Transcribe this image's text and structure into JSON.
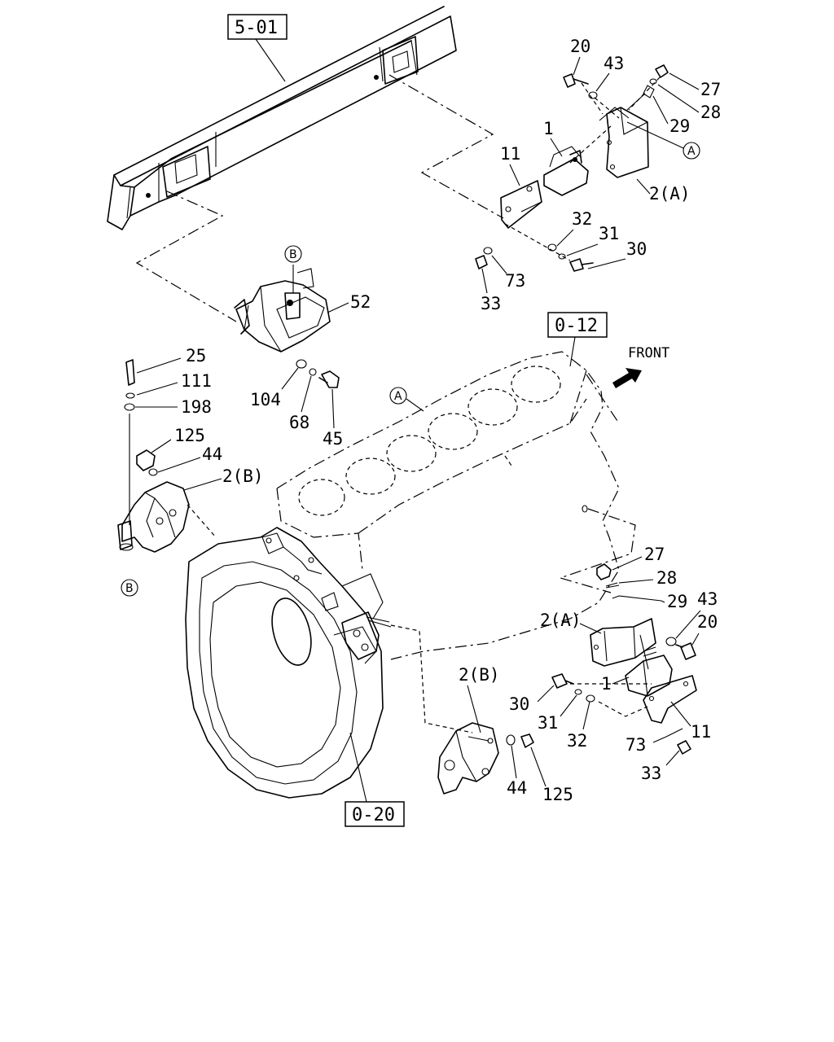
{
  "refs": {
    "frame": "5-01",
    "block": "0-12",
    "housing": "0-20"
  },
  "front_label": "FRONT",
  "markers": {
    "a_top": "A",
    "a_block": "A",
    "b_top": "B",
    "b_bottom": "B"
  },
  "labels": {
    "p20_top": "20",
    "p43_top": "43",
    "p27_top": "27",
    "p28_top": "28",
    "p29_top": "29",
    "p1_top": "1",
    "p11_top": "11",
    "p2a_top": "2(A)",
    "p32_top": "32",
    "p31_top": "31",
    "p30_top": "30",
    "p73_top": "73",
    "p33_top": "33",
    "p52": "52",
    "p25": "25",
    "p111": "111",
    "p198": "198",
    "p125_left": "125",
    "p44_left": "44",
    "p2b_left": "2(B)",
    "p104": "104",
    "p68": "68",
    "p45": "45",
    "p27_bot": "27",
    "p28_bot": "28",
    "p29_bot": "29",
    "p43_bot": "43",
    "p20_bot": "20",
    "p2a_bot": "2(A)",
    "p1_bot": "1",
    "p30_bot": "30",
    "p31_bot": "31",
    "p32_bot": "32",
    "p73_bot": "73",
    "p11_bot": "11",
    "p33_bot": "33",
    "p2b_bot": "2(B)",
    "p44_bot": "44",
    "p125_bot": "125"
  }
}
